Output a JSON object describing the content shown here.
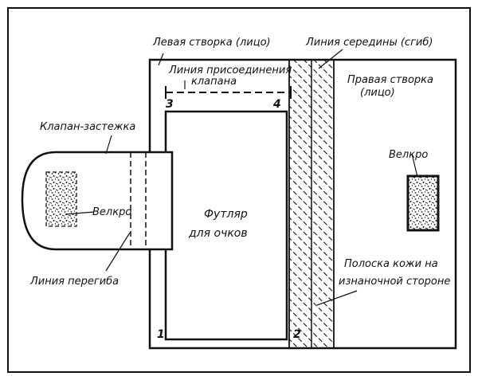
{
  "labels": {
    "left_panel": "Левая створка (лицо)",
    "center_line": "Линия середины (сгиб)",
    "attach_line_1": "Линия присоединения",
    "attach_line_2": "клапана",
    "right_panel_1": "Правая створка",
    "right_panel_2": "(лицо)",
    "flap": "Клапан-застежка",
    "velcro_right": "Велкро",
    "velcro_left": "Велкро",
    "case_1": "Футляр",
    "case_2": "для очков",
    "strip_1": "Полоска кожи на",
    "strip_2": "изнаночной стороне",
    "fold_line": "Линия перегиба",
    "corner_1": "1",
    "corner_2": "2",
    "corner_3": "3",
    "corner_4": "4"
  },
  "colors": {
    "ink": "#111111",
    "paper": "#ffffff"
  }
}
